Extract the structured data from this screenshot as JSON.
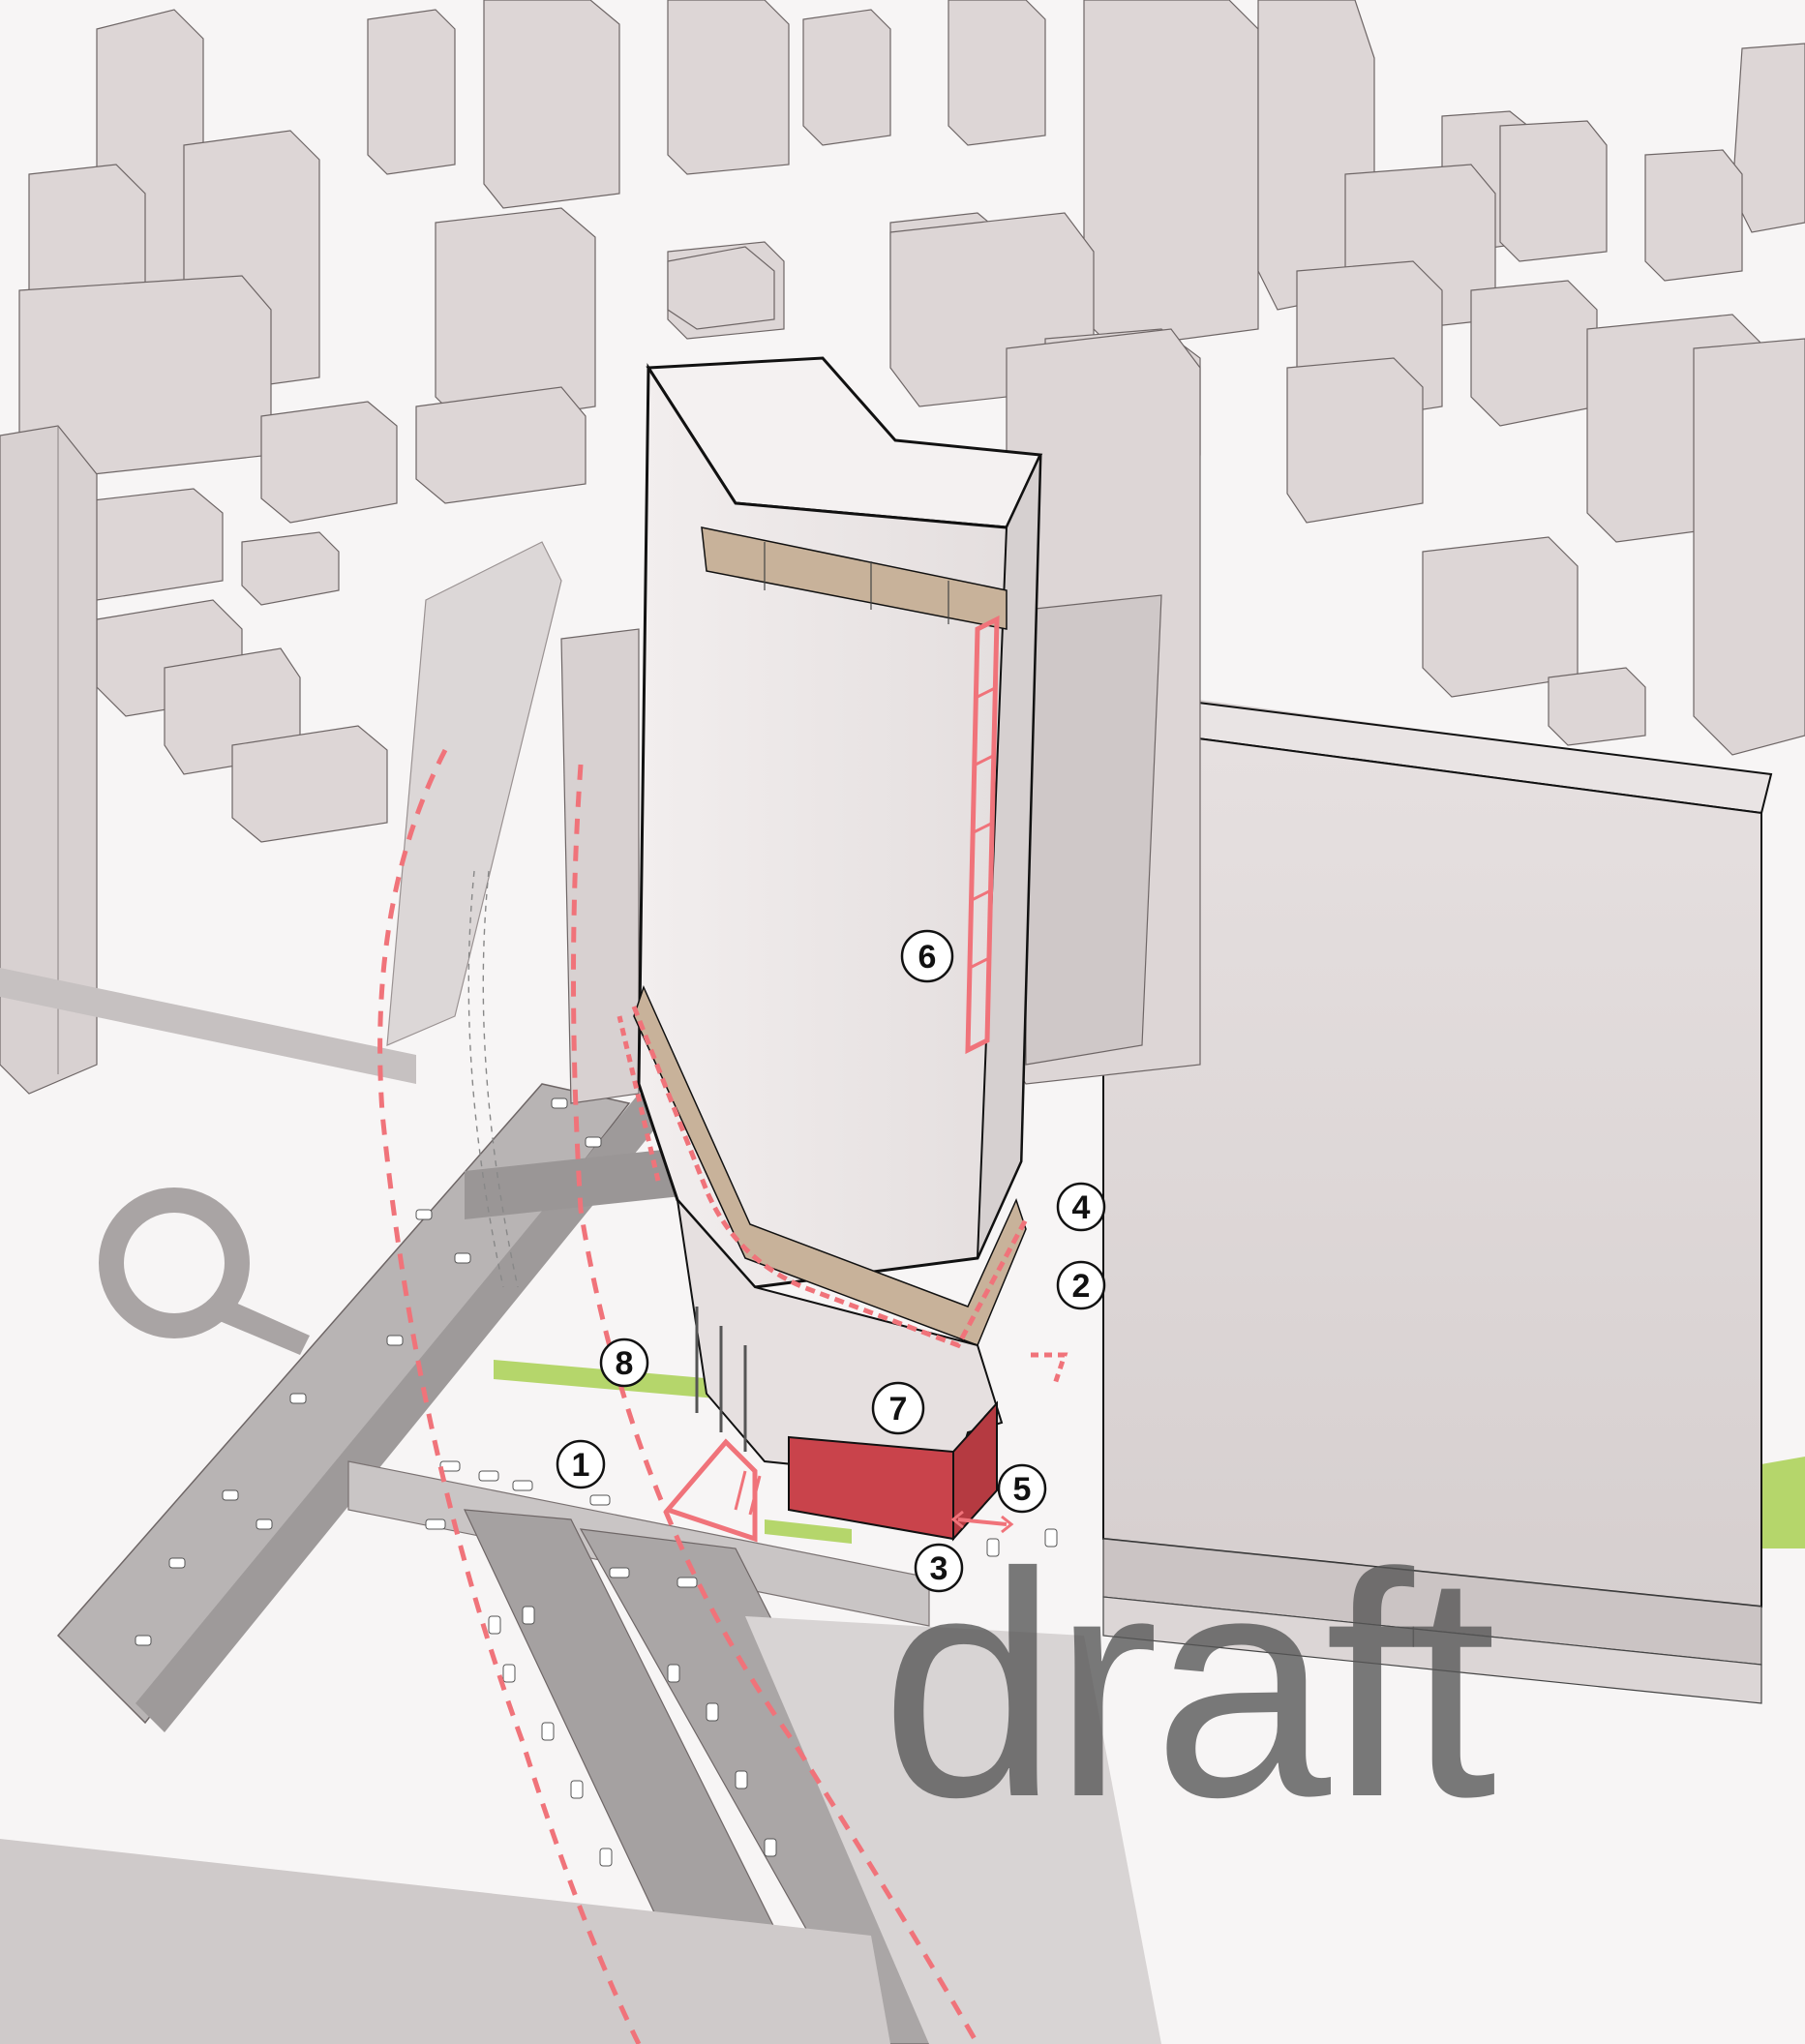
{
  "diagram": {
    "callouts": [
      {
        "id": "1",
        "label": "1"
      },
      {
        "id": "2",
        "label": "2"
      },
      {
        "id": "3",
        "label": "3"
      },
      {
        "id": "4",
        "label": "4"
      },
      {
        "id": "5",
        "label": "5"
      },
      {
        "id": "6",
        "label": "6"
      },
      {
        "id": "7",
        "label": "7"
      },
      {
        "id": "8",
        "label": "8"
      }
    ],
    "watermark": "draft",
    "colors": {
      "background": "#ffffff",
      "building_fill": "#e8e3e3",
      "building_shade": "#c9c2c2",
      "building_outline": "#111111",
      "highlight": "#f0737a",
      "retail_base": "#c9434b",
      "landscape": "#b5d66b",
      "road": "#b8b4b4"
    }
  }
}
